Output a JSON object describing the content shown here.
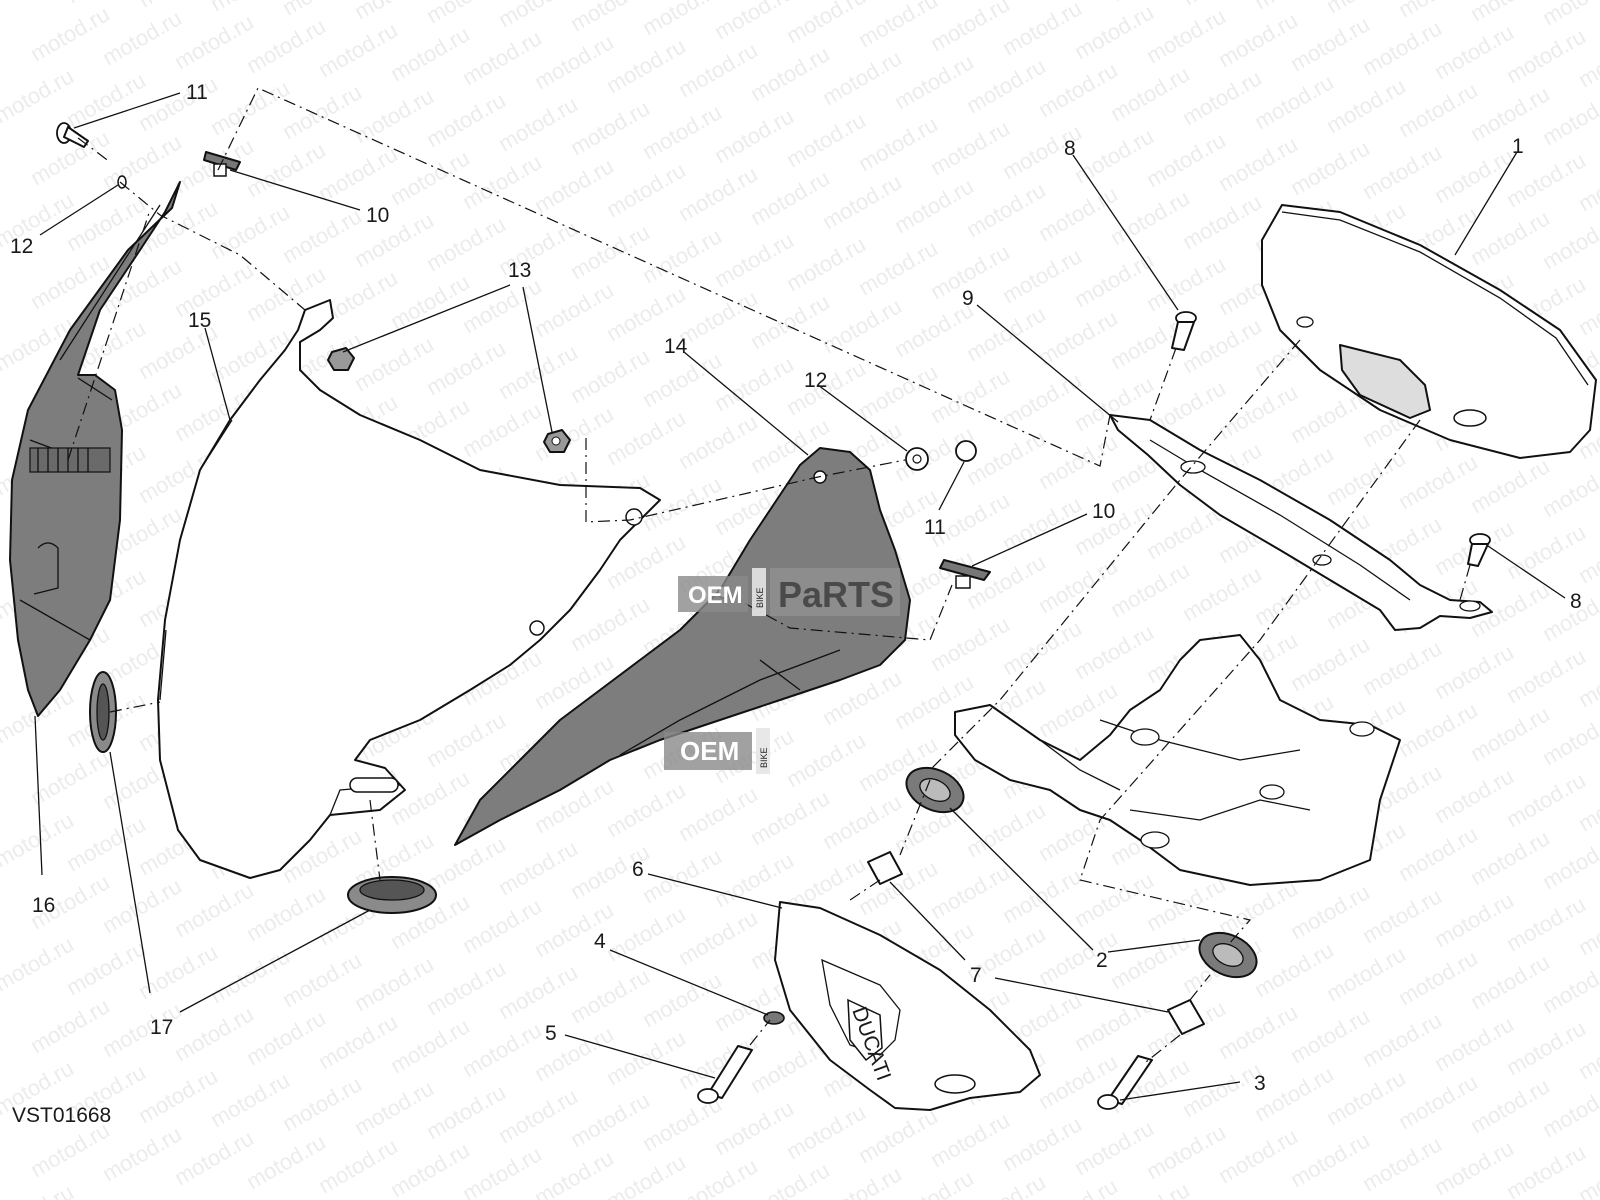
{
  "diagram": {
    "drawing_code": "VST01668",
    "watermark_text": "motod.ru",
    "overlay_badges": [
      {
        "left": "OEM",
        "vertical": "BIKE",
        "right": "PaRTS"
      },
      {
        "left": "OEM",
        "vertical": "BIKE",
        "right": ""
      }
    ],
    "brand_mark": "DUCATI",
    "callouts": [
      {
        "id": "c1",
        "label": "1"
      },
      {
        "id": "c2",
        "label": "2"
      },
      {
        "id": "c3",
        "label": "3"
      },
      {
        "id": "c4",
        "label": "4"
      },
      {
        "id": "c5",
        "label": "5"
      },
      {
        "id": "c6",
        "label": "6"
      },
      {
        "id": "c7",
        "label": "7"
      },
      {
        "id": "c8a",
        "label": "8"
      },
      {
        "id": "c8b",
        "label": "8"
      },
      {
        "id": "c9",
        "label": "9"
      },
      {
        "id": "c10a",
        "label": "10"
      },
      {
        "id": "c10b",
        "label": "10"
      },
      {
        "id": "c11a",
        "label": "11"
      },
      {
        "id": "c11b",
        "label": "11"
      },
      {
        "id": "c12a",
        "label": "12"
      },
      {
        "id": "c12b",
        "label": "12"
      },
      {
        "id": "c13",
        "label": "13"
      },
      {
        "id": "c14",
        "label": "14"
      },
      {
        "id": "c15",
        "label": "15"
      },
      {
        "id": "c16",
        "label": "16"
      },
      {
        "id": "c17",
        "label": "17"
      }
    ]
  }
}
